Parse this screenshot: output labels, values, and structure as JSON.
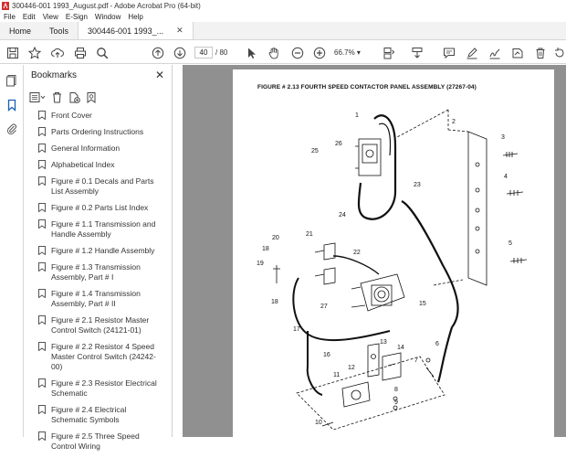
{
  "window": {
    "title": "300446-001 1993_August.pdf - Adobe Acrobat Pro (64-bit)"
  },
  "menu": [
    "File",
    "Edit",
    "View",
    "E-Sign",
    "Window",
    "Help"
  ],
  "tabs": {
    "home": "Home",
    "tools": "Tools",
    "document": "300446-001 1993_..."
  },
  "toolbar": {
    "page_current": "40",
    "page_separator": "/",
    "page_total": "80",
    "zoom": "66.7%"
  },
  "bookmarks": {
    "header": "Bookmarks",
    "items": [
      "Front Cover",
      "Parts Ordering Instructions",
      "General Information",
      "Alphabetical Index",
      "Figure # 0.1 Decals and Parts List Assembly",
      "Figure # 0.2 Parts List Index",
      "Figure # 1.1 Transmission and Handle Assembly",
      "Figure # 1.2 Handle Assembly",
      "Figure # 1.3 Transmission Assembly, Part # I",
      "Figure # 1.4 Transmission Assembly, Part # II",
      "Figure # 2.1 Resistor Master Control Switch (24121-01)",
      "Figure # 2.2 Resistor 4 Speed Master Control Switch (24242-00)",
      "Figure # 2.3 Resistor Electrical Schematic",
      "Figure # 2.4 Electrical Schematic Symbols",
      "Figure # 2.5 Three Speed Control Wiring"
    ]
  },
  "document": {
    "figure_title": "FIGURE # 2.13 FOURTH SPEED CONTACTOR PANEL ASSEMBLY (27267-04)",
    "callouts": [
      "1",
      "2",
      "3",
      "4",
      "5",
      "6",
      "7",
      "8",
      "9",
      "10",
      "11",
      "12",
      "13",
      "14",
      "15",
      "16",
      "17",
      "18",
      "18",
      "19",
      "20",
      "21",
      "22",
      "23",
      "24",
      "25",
      "26",
      "27"
    ]
  }
}
